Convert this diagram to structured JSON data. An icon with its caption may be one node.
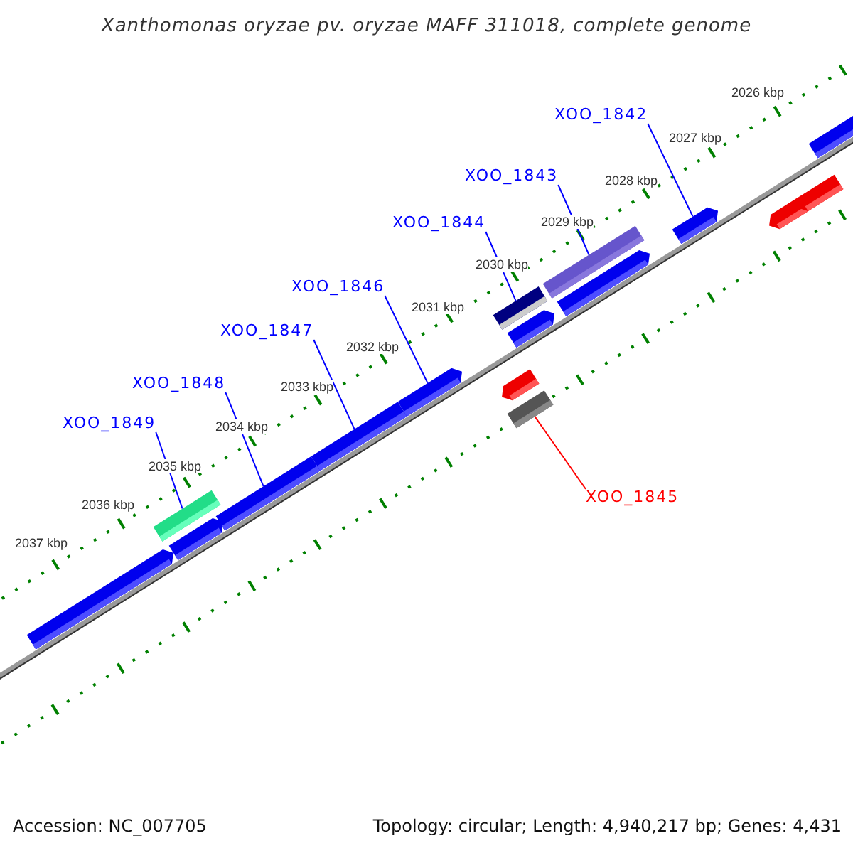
{
  "diagram": {
    "title": "Xanthomonas oryzae pv. oryzae MAFF 311018, complete genome",
    "nodes": [
      {
        "text": [
          "XOO_1842"
        ]
      },
      {
        "text": [
          "XOO_1843"
        ]
      },
      {
        "text": [
          "XOO_1844"
        ]
      },
      {
        "text": [
          "XOO_1846"
        ]
      },
      {
        "text": [
          "XOO_1847"
        ]
      },
      {
        "text": [
          "XOO_1848"
        ]
      },
      {
        "text": [
          "XOO_1849"
        ]
      },
      {
        "text": [
          "XOO_1845"
        ]
      },
      {
        "text": [],
        "shape": "bar"
      },
      {
        "text": [],
        "shape": "bar"
      },
      {
        "text": [],
        "shape": "bar"
      },
      {
        "text": [],
        "shape": "bar"
      },
      {
        "text": [],
        "shape": "bar"
      },
      {
        "text": [],
        "shape": "bar"
      },
      {
        "text": [],
        "shape": "bar"
      },
      {
        "text": [],
        "shape": "bar"
      },
      {
        "text": [],
        "shape": "bar"
      },
      {
        "text": [],
        "shape": "bar"
      },
      {
        "text": [],
        "shape": "bar"
      },
      {
        "text": [],
        "shape": "bar"
      },
      {
        "text": [],
        "shape": "bar"
      },
      {
        "text": [],
        "shape": "bar"
      },
      {
        "text": [],
        "shape": "bar"
      },
      {
        "text": [],
        "shape": "bar"
      }
    ],
    "edges": [
      {
        "from": 6,
        "to": 9,
        "arrow": "none"
      },
      {
        "from": 5,
        "to": 11,
        "arrow": "none"
      },
      {
        "from": 4,
        "to": 12,
        "arrow": "none"
      },
      {
        "from": 3,
        "to": 13,
        "arrow": "none"
      },
      {
        "from": 2,
        "to": 14,
        "arrow": "none"
      },
      {
        "from": 1,
        "to": 18,
        "arrow": "none"
      },
      {
        "from": 0,
        "to": 20,
        "arrow": "none"
      },
      {
        "from": 7,
        "to": 16,
        "arrow": "none",
        "color": "#ff0000"
      }
    ],
    "labels": [
      "2026 kbp",
      "2027 kbp",
      "2028 kbp",
      "2029 kbp",
      "2030 kbp",
      "2031 kbp",
      "2032 kbp",
      "2033 kbp",
      "2034 kbp",
      "2035 kbp",
      "2036 kbp",
      "2037 kbp",
      "Accession: NC_007705",
      "Topology: circular; Length: 4,940,217 bp; Genes: 4,431"
    ]
  }
}
